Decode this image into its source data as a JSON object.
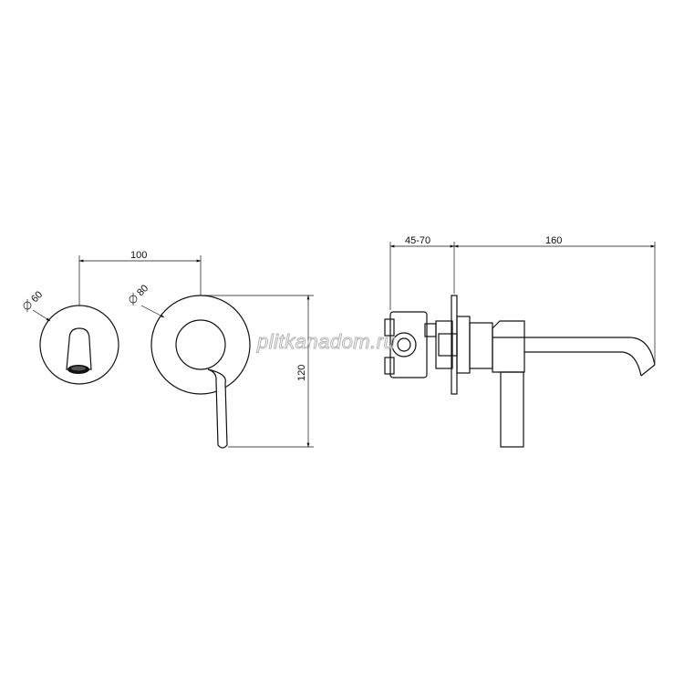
{
  "dimensions": {
    "outlet_diameter": "60",
    "plate_diameter": "80",
    "center_distance": "100",
    "height": "120",
    "wall_depth": "45-70",
    "spout_projection": "160"
  },
  "watermark": "plitkanadom.ru"
}
